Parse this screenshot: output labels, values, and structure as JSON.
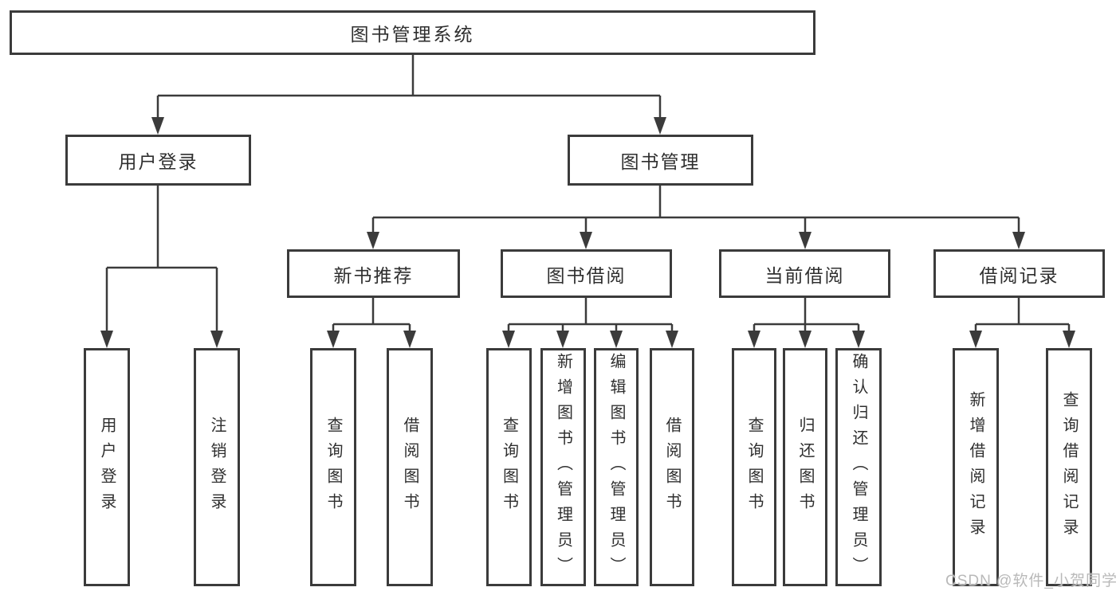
{
  "diagram": {
    "tree": {
      "root": "图书管理系统",
      "children": [
        {
          "label": "用户登录",
          "children": [
            "用户登录",
            "注销登录"
          ]
        },
        {
          "label": "图书管理",
          "children": [
            {
              "label": "新书推荐",
              "children": [
                "查询图书",
                "借阅图书"
              ]
            },
            {
              "label": "图书借阅",
              "children": [
                "查询图书",
                "新增图书（管理员）",
                "编辑图书（管理员）",
                "借阅图书"
              ]
            },
            {
              "label": "当前借阅",
              "children": [
                "查询图书",
                "归还图书",
                "确认归还（管理员）"
              ]
            },
            {
              "label": "借阅记录",
              "children": [
                "新增借阅记录",
                "查询借阅记录"
              ]
            }
          ]
        }
      ]
    }
  },
  "watermark": {
    "text": "CSDN @软件_小贺同学",
    "color": "#b9b9b9"
  },
  "colors": {
    "line": "#3b3b3b",
    "text": "#2f2f2f",
    "background": "#ffffff"
  }
}
